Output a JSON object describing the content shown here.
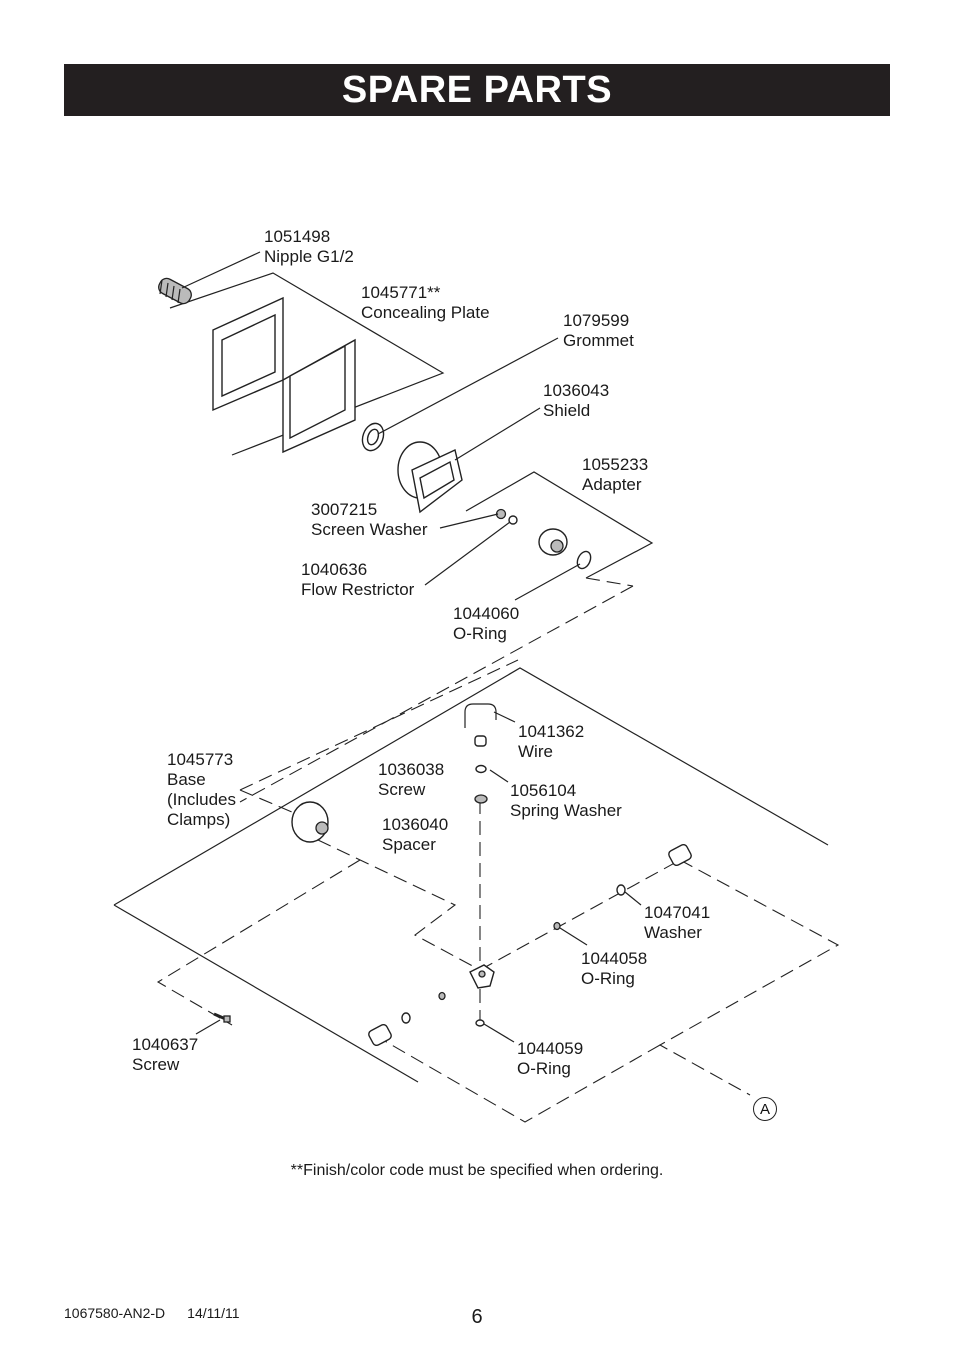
{
  "header": {
    "title": "SPARE PARTS"
  },
  "parts": [
    {
      "number": "1051498",
      "name": "Nipple G1/2"
    },
    {
      "number": "1045771**",
      "name": "Concealing Plate"
    },
    {
      "number": "1079599",
      "name": "Grommet"
    },
    {
      "number": "1036043",
      "name": "Shield"
    },
    {
      "number": "1055233",
      "name": "Adapter"
    },
    {
      "number": "3007215",
      "name": "Screen Washer"
    },
    {
      "number": "1040636",
      "name": "Flow Restrictor"
    },
    {
      "number": "1044060",
      "name": "O-Ring"
    },
    {
      "number": "1041362",
      "name": "Wire"
    },
    {
      "number": "1045773",
      "name": "Base",
      "name2": "(Includes",
      "name3": "Clamps)"
    },
    {
      "number": "1036038",
      "name": "Screw"
    },
    {
      "number": "1056104",
      "name": "Spring Washer"
    },
    {
      "number": "1036040",
      "name": "Spacer"
    },
    {
      "number": "1047041",
      "name": "Washer"
    },
    {
      "number": "1044058",
      "name": "O-Ring"
    },
    {
      "number": "1040637",
      "name": "Screw"
    },
    {
      "number": "1044059",
      "name": "O-Ring"
    }
  ],
  "callout": "A",
  "note": "**Finish/color code must be specified when ordering.",
  "footer": {
    "doc_number": "1067580-AN2-D",
    "date": "14/11/11",
    "page": "6"
  }
}
